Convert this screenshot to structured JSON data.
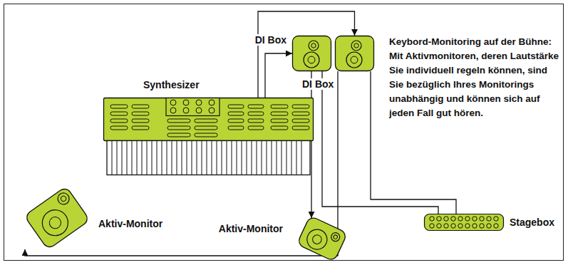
{
  "diagram": {
    "nodes": [
      {
        "text": [
          "Synthesizer"
        ]
      },
      {
        "text": [
          "DI Box"
        ]
      },
      {
        "text": [
          "DI Box"
        ]
      },
      {
        "text": [
          "Aktiv-Monitor"
        ]
      },
      {
        "text": [
          "Aktiv-Monitor"
        ]
      },
      {
        "text": [
          "Stagebox"
        ]
      }
    ],
    "edges": [
      {
        "from": 0,
        "to": 1,
        "arrow": "to"
      },
      {
        "from": 0,
        "to": 2,
        "arrow": "to"
      },
      {
        "from": 1,
        "to": 4,
        "arrow": "to"
      },
      {
        "from": 1,
        "to": 5,
        "arrow": "none"
      },
      {
        "from": 2,
        "to": 3,
        "arrow": "to"
      },
      {
        "from": 2,
        "to": 5,
        "arrow": "none"
      }
    ],
    "labels": [
      "Keybord-Monitoring auf der Bühne: Mit Aktivmonitoren, deren Lautstärke Sie individuell regeln können, sind Sie bezüglich Ihres Monitorings unabhängig und können sich auf jeden Fall gut hören."
    ]
  }
}
